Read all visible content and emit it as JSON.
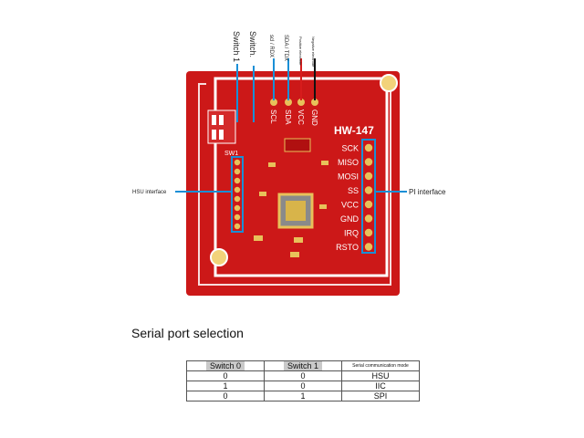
{
  "board": {
    "model": "HW-147",
    "silkscreen_header": [
      "SCL",
      "SDA",
      "VCC",
      "GND"
    ],
    "switch_label": "SW1",
    "pins": [
      "SCK",
      "MISO",
      "MOSI",
      "SS",
      "VCC",
      "GND",
      "IRQ",
      "RSTO"
    ]
  },
  "callouts": {
    "top": [
      "Switch 1",
      "Switch.",
      "scl / RDX",
      "SDA / TDX",
      "Positive electrode",
      "Negative electrode"
    ],
    "left": "HSU interface",
    "right": "PI interface"
  },
  "colors": {
    "pcb": "#cc1818",
    "pcb_inner": "#c21414",
    "pad": "#e8c15a",
    "callout": "#1a8fd6"
  },
  "caption": "Serial port selection",
  "table": {
    "headers": [
      "Switch 0",
      "Switch 1",
      "Serial communication mode"
    ],
    "rows": [
      [
        "0",
        "0",
        "HSU"
      ],
      [
        "1",
        "0",
        "IIC"
      ],
      [
        "0",
        "1",
        "SPI"
      ]
    ]
  }
}
